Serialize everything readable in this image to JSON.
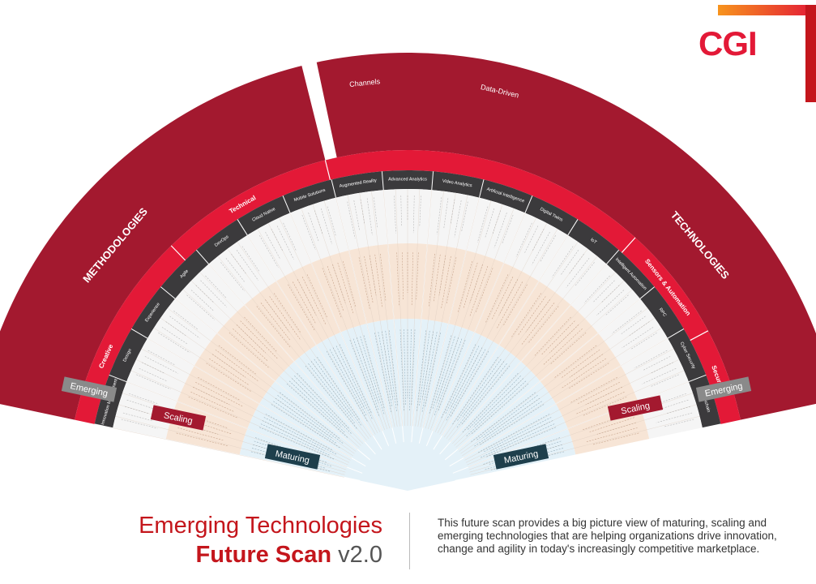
{
  "logo": "CGI",
  "title": {
    "line1": "Emerging Technologies",
    "line2_bold": "Future Scan",
    "version": "v2.0"
  },
  "description": "This future scan provides a big picture view of maturing, scaling and emerging technologies that are helping organizations drive innovation, change and agility in today's increasingly competitive marketplace.",
  "colors": {
    "dark_red": "#a3192f",
    "red": "#e31937",
    "dark_band": "#3b3a3c",
    "maturing_ring": "#e4f1f8",
    "scaling_ring": "#f7e5d6",
    "emerging_ring": "#f5f5f5",
    "maturing_tag": "#1e3f4c",
    "scaling_tag": "#a3192f",
    "emerging_tag": "#8a8a8a"
  },
  "outer_labels": {
    "methodologies": "METHODOLOGIES",
    "technologies": "TECHNOLOGIES",
    "channels": "Channels",
    "data_driven": "Data-Driven"
  },
  "red_band": [
    "Creative",
    "Technical",
    "Sensors & Automation",
    "Security"
  ],
  "dark_band": [
    "Innovation Management",
    "Design",
    "Experience",
    "Agile",
    "DevOps",
    "Cloud Native",
    "Mobile Solutions",
    "Augmented Reality",
    "Advanced Analytics",
    "Video Analytics",
    "Artificial Intelligence",
    "Digital Twins",
    "IoT",
    "Intelligent Automation",
    "RPC",
    "Cyber Security",
    "Blockchain"
  ],
  "ring_tags": {
    "emerging_left": "Emerging",
    "scaling_left": "Scaling",
    "maturing_left": "Maturing",
    "maturing_right": "Maturing",
    "scaling_right": "Scaling",
    "emerging_right": "Emerging"
  }
}
